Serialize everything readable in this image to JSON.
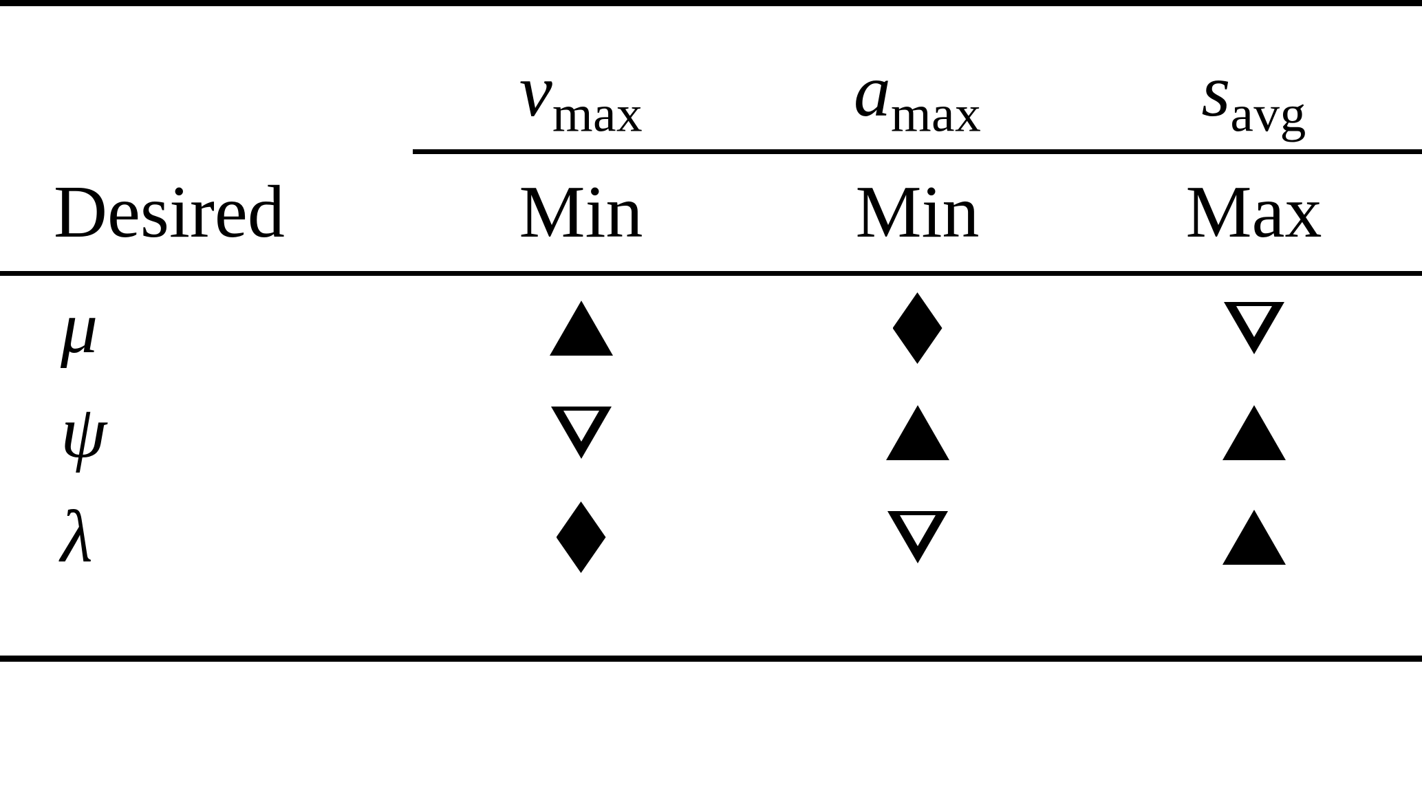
{
  "table": {
    "type": "booktabs-academic-table",
    "row_label_header": "Desired",
    "column_headers": [
      {
        "id": "v_max",
        "var": "v",
        "sub": "max",
        "objective": "Min"
      },
      {
        "id": "a_max",
        "var": "a",
        "sub": "max",
        "objective": "Min"
      },
      {
        "id": "s_avg",
        "var": "s",
        "sub": "avg",
        "objective": "Max"
      }
    ],
    "objective_row": [
      "Min",
      "Min",
      "Max"
    ],
    "rows": [
      {
        "label": "μ",
        "label_name": "mu",
        "cells": [
          {
            "column": "v_max",
            "marker": "triangle-up-filled",
            "symbol": "▲"
          },
          {
            "column": "a_max",
            "marker": "diamond-filled",
            "symbol": "◆"
          },
          {
            "column": "s_avg",
            "marker": "triangle-down-hollow",
            "symbol": "▽"
          }
        ]
      },
      {
        "label": "ψ",
        "label_name": "psi",
        "cells": [
          {
            "column": "v_max",
            "marker": "triangle-down-hollow",
            "symbol": "▽"
          },
          {
            "column": "a_max",
            "marker": "triangle-up-filled",
            "symbol": "▲"
          },
          {
            "column": "s_avg",
            "marker": "triangle-up-filled",
            "symbol": "▲"
          }
        ]
      },
      {
        "label": "λ",
        "label_name": "lambda",
        "cells": [
          {
            "column": "v_max",
            "marker": "diamond-filled",
            "symbol": "◆"
          },
          {
            "column": "a_max",
            "marker": "triangle-down-hollow",
            "symbol": "▽"
          },
          {
            "column": "s_avg",
            "marker": "triangle-up-filled",
            "symbol": "▲"
          }
        ]
      }
    ],
    "colors": {
      "rule": "#000000",
      "text": "#000000",
      "background": "#ffffff",
      "marker_fill": "#000000"
    }
  }
}
